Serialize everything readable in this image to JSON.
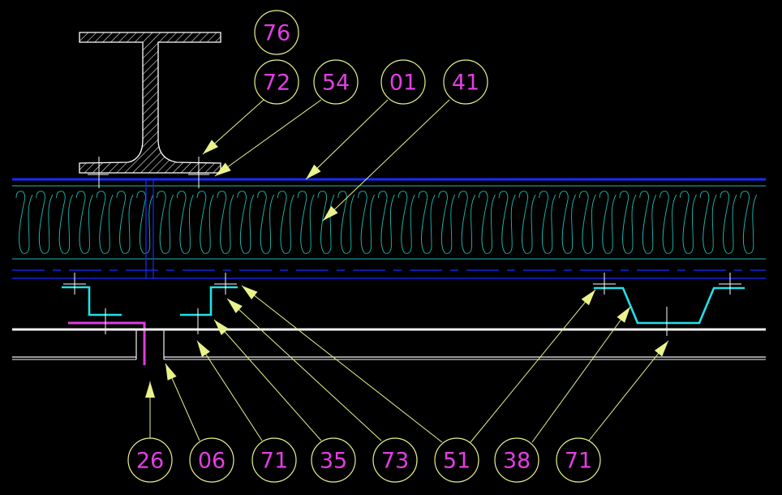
{
  "drawing": {
    "title": "",
    "colors": {
      "background": "#000000",
      "tag_circle": "#eaf28a",
      "tag_text": "#e23ee2",
      "beam_hatch": "#ffffff",
      "membrane": "#1a2cff",
      "insulation": "#1fb8b0",
      "cyan_profile": "#22e0e8",
      "magenta_profile": "#e03ce0",
      "sheet": "#f2f2f2",
      "crosshair": "#ffffff"
    },
    "tags": [
      {
        "id": "tag-76",
        "label": "76"
      },
      {
        "id": "tag-72",
        "label": "72"
      },
      {
        "id": "tag-54",
        "label": "54"
      },
      {
        "id": "tag-01",
        "label": "01"
      },
      {
        "id": "tag-41",
        "label": "41"
      },
      {
        "id": "tag-26",
        "label": "26"
      },
      {
        "id": "tag-06",
        "label": "06"
      },
      {
        "id": "tag-71a",
        "label": "71"
      },
      {
        "id": "tag-35",
        "label": "35"
      },
      {
        "id": "tag-73",
        "label": "73"
      },
      {
        "id": "tag-51",
        "label": "51"
      },
      {
        "id": "tag-38",
        "label": "38"
      },
      {
        "id": "tag-71b",
        "label": "71"
      }
    ]
  }
}
